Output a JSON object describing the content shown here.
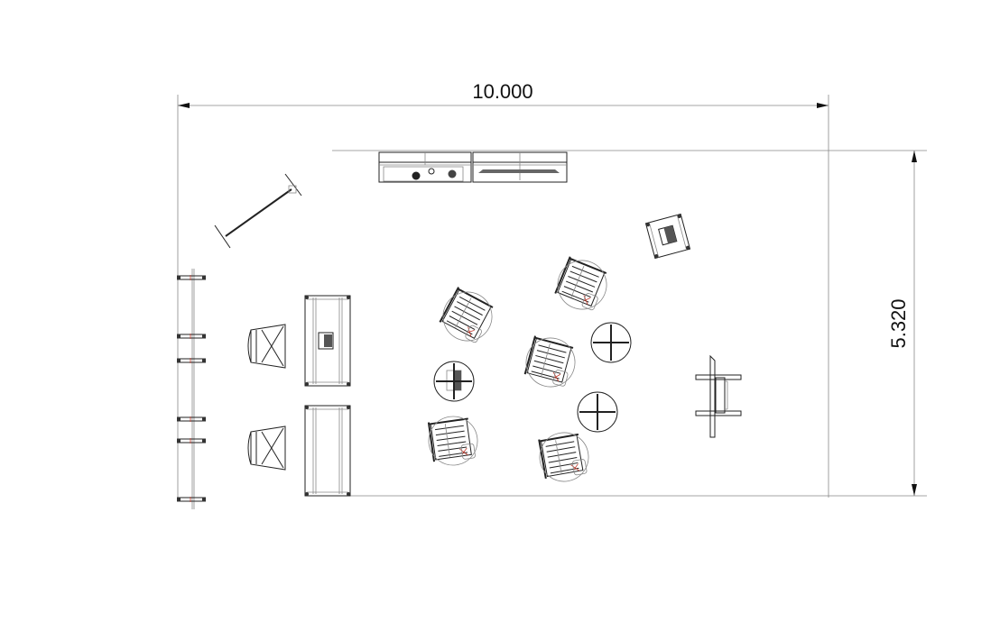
{
  "drawing": {
    "type": "floor-plan",
    "dimensions": {
      "width_label": "10.000",
      "height_label": "5.320"
    },
    "colors": {
      "line": "#222222",
      "light_line": "#888888",
      "accent": "#c0392b"
    },
    "elements": [
      {
        "name": "reception-counter-back-wall",
        "count": 2
      },
      {
        "name": "banner-stand",
        "count": 1
      },
      {
        "name": "wall-shelving-left",
        "count": 6
      },
      {
        "name": "armchair-left",
        "count": 2
      },
      {
        "name": "coffee-table",
        "count": 2
      },
      {
        "name": "lounge-chair",
        "count": 5
      },
      {
        "name": "round-table",
        "count": 3
      },
      {
        "name": "side-table",
        "count": 1
      },
      {
        "name": "display-stand-right",
        "count": 1
      }
    ]
  }
}
